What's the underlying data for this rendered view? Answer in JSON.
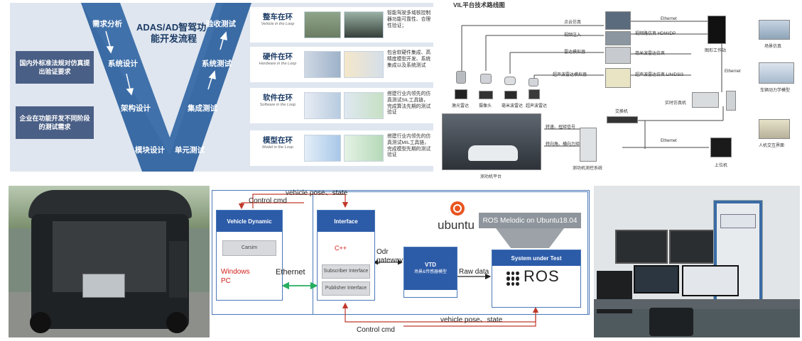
{
  "v_panel": {
    "title_line1": "ADAS/AD智驾功",
    "title_line2": "能开发流程",
    "left_stages": [
      "需求分析",
      "系统设计",
      "架构设计",
      "模块设计"
    ],
    "right_stages": [
      "验收测试",
      "系统测试",
      "集成测试",
      "单元测试"
    ],
    "requirements": [
      "国内外标准法规对仿真提出验证要求",
      "企业在功能开发不同阶段的测试需求"
    ],
    "loops": [
      {
        "title": "整车在环",
        "subtitle": "Vehicle in the Loop",
        "desc": "智能驾驶多域核控制器功能可靠性、合理性验证；"
      },
      {
        "title": "硬件在环",
        "subtitle": "Hardware in the Loop",
        "desc": "包含软硬件集成、高精度模型开发、系统集成以及系统测试"
      },
      {
        "title": "软件在环",
        "subtitle": "Software in the Loop",
        "desc": "搭建行业内领先的仿真测试SIL工具链，完成算法先期的测试验证"
      },
      {
        "title": "模型在环",
        "subtitle": "Model in the Loop",
        "desc": "搭建行业内领先的仿真测试MIL工具链，完成模型先期的测试验证"
      }
    ]
  },
  "vil_panel": {
    "title": "VIL平台技术路线图",
    "signals": [
      "点云仿真",
      "视频注入",
      "雷达模拟器",
      "超声波雷达模拟器"
    ],
    "links": [
      "Ethernet",
      "视频路仿真  HDMI/DP",
      "毫米波雷达仿真",
      "超声波雷达仿真  LIN/DSI3",
      "Ethernet",
      "Ethernet"
    ],
    "sensors": [
      "激光雷达",
      "摄像头",
      "毫米波雷达",
      "超声波雷达"
    ],
    "nodes": [
      "图形工作站",
      "场景仿真",
      "车辆动力学模型",
      "人机交互界面",
      "实时仿真机",
      "交换机",
      "上位机",
      "测功机测控系统",
      "测功机平台"
    ],
    "dyno_signals": [
      "转速、扭矩信号",
      "转向角、横向力矩"
    ]
  },
  "arch_panel": {
    "top_label": "vehicle pose、state",
    "control_top": "Control cmd",
    "vehicle_box": {
      "title": "Vehicle Dynamic",
      "module": "Carsim"
    },
    "windows_pc": "Windows PC",
    "ethernet": "Ethernet",
    "interface_box": {
      "title": "Interface",
      "lang": "C++",
      "sub": "Subscriber Interface",
      "pub": "Publisher Interface"
    },
    "odr_gateway": "Odr gateway",
    "vtd_box": {
      "title": "VTD",
      "sub": "场景&传感器模型"
    },
    "ubuntu": "ubuntu",
    "ros_title": "ROS Melodic on Ubuntu18.04",
    "sut_title": "System under Test",
    "ros_logo": "ROS",
    "raw_data": "Raw data",
    "bottom_label": "vehicle pose、state",
    "control_bottom": "Control cmd"
  },
  "colors": {
    "primary_blue": "#2c5ba8",
    "v_blue": "#3a6ba5",
    "arrow_red": "#c0392b",
    "arrow_green": "#27ae60",
    "ubuntu_orange": "#e95420"
  }
}
